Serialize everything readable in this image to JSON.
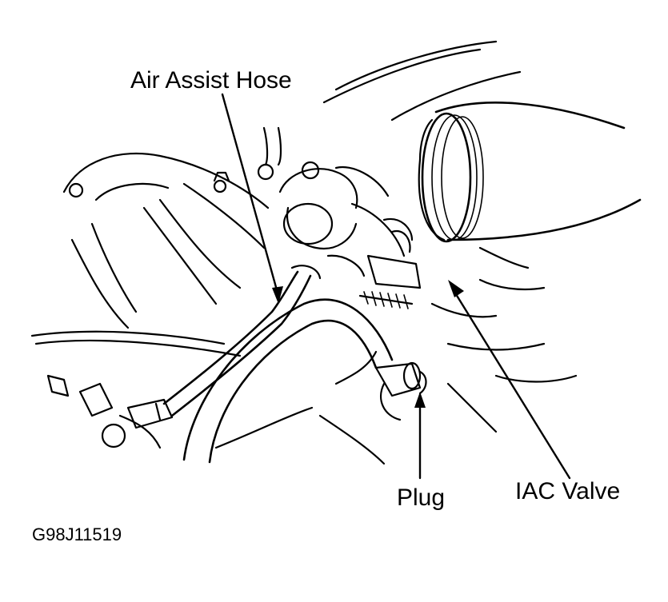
{
  "labels": {
    "air_assist_hose": "Air Assist Hose",
    "plug": "Plug",
    "iac_valve": "IAC Valve",
    "figure_id": "G98J11519"
  },
  "colors": {
    "ink": "#000000",
    "paper": "#ffffff"
  }
}
